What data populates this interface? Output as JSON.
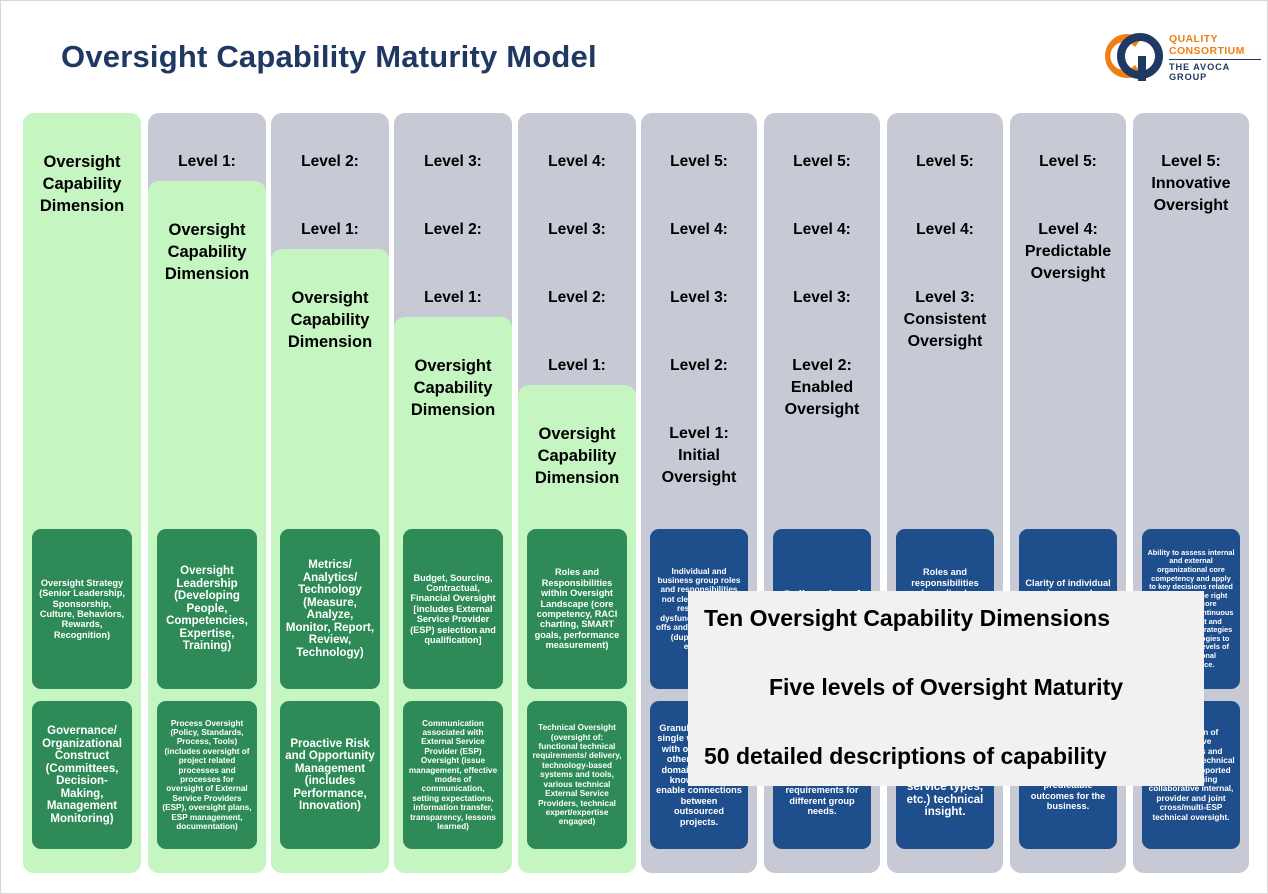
{
  "title": "Oversight Capability Maturity Model",
  "logo": {
    "line1": "QUALITY",
    "line2": "CONSORTIUM",
    "line3": "THE AVOCA GROUP",
    "orange": "#F07F13",
    "navy": "#1f3864"
  },
  "colors": {
    "gray_card": "#c7cad4",
    "green_card": "#c5f5c0",
    "green_chip": "#2e8b57",
    "blue_chip": "#1f4e8c",
    "title": "#1f3864",
    "callout_bg": "#f1f1f1"
  },
  "dimension_header": "Oversight\nCapability\nDimension",
  "level_labels": {
    "l1": "Level 1:",
    "l2": "Level 2:",
    "l3": "Level 3:",
    "l4": "Level 4:",
    "l5": "Level 5:"
  },
  "columns": [
    {
      "id": "col-1",
      "kind": "dimension",
      "header": "Oversight\nCapability\nDimension",
      "stacked_levels": [],
      "chips": [
        "Oversight Strategy (Senior Leadership, Sponsorship, Culture, Behaviors, Rewards, Recognition)",
        "Governance/ Organizational Construct (Committees, Decision-Making, Management Monitoring)"
      ]
    },
    {
      "id": "col-2",
      "kind": "dimension",
      "header": "Oversight\nCapability\nDimension",
      "stacked_levels": [
        "Level 1:"
      ],
      "chips": [
        "Oversight Leadership (Developing People, Competencies, Expertise, Training)",
        "Process Oversight (Policy, Standards, Process, Tools) (includes oversight of project related processes and processes for oversight of External Service Providers (ESP), oversight plans, ESP management, documentation)"
      ]
    },
    {
      "id": "col-3",
      "kind": "dimension",
      "header": "Oversight\nCapability\nDimension",
      "stacked_levels": [
        "Level 2:",
        "Level 1:"
      ],
      "chips": [
        "Metrics/ Analytics/ Technology (Measure, Analyze, Monitor, Report, Review, Technology)",
        "Proactive Risk and Opportunity Management (includes Performance, Innovation)"
      ]
    },
    {
      "id": "col-4",
      "kind": "dimension",
      "header": "Oversight\nCapability\nDimension",
      "stacked_levels": [
        "Level 3:",
        "Level 2:",
        "Level 1:"
      ],
      "chips": [
        "Budget, Sourcing, Contractual, Financial Oversight [includes External Service Provider (ESP) selection and qualification]",
        "Communication associated with External Service Provider (ESP) Oversight (issue management, effective modes of communication, setting expectations, information transfer, transparency, lessons learned)"
      ]
    },
    {
      "id": "col-5",
      "kind": "dimension",
      "header": "Oversight\nCapability\nDimension",
      "stacked_levels": [
        "Level 4:",
        "Level 3:",
        "Level 2:",
        "Level 1:"
      ],
      "chips": [
        "Roles and Responsibilities within Oversight Landscape (core competency, RACI charting, SMART goals, performance measurement)",
        "Technical Oversight (oversight of: functional technical requirements/ delivery, technology-based systems and tools, various technical External Service Providers, technical expert/expertise engaged)"
      ]
    },
    {
      "id": "col-6",
      "kind": "level",
      "header": "Level 1:\nInitial\nOversight",
      "stacked_levels": [
        "Level 5:",
        "Level 4:",
        "Level 3:",
        "Level 2:"
      ],
      "chips": [
        "Individual and business group roles and responsibilities not clearly defined, resulting in dysfunctional hand-offs and inefficiencies (duplication of efforts).",
        "Granular focus on single work stream with one or a few other projects; domain technical knowledge to enable connections between outsourced projects."
      ]
    },
    {
      "id": "col-7",
      "kind": "level",
      "header": "Level 2:\nEnabled\nOversight",
      "stacked_levels": [
        "Level 5:",
        "Level 4:",
        "Level 3:"
      ],
      "chips": [
        "Delineation of roles and responsibilities",
        "Technical oversight templates refine oversight practices to align with technical requirements for different group needs."
      ]
    },
    {
      "id": "col-8",
      "kind": "level",
      "header": "Level 3:\nConsistent\nOversight",
      "stacked_levels": [
        "Level 5:",
        "Level 4:"
      ],
      "chips": [
        "Roles and responsibilities formalized, documented and integrated into infrastructure (job descriptions, performance goals).",
        "Broad cross-domain (across functions, across ESP service types, etc.) technical insight."
      ]
    },
    {
      "id": "col-9",
      "kind": "level",
      "header": "Level 4:\nPredictable\nOversight",
      "stacked_levels": [
        "Level 5:"
      ],
      "chips": [
        "Clarity of individual and group roles and responsibilities results in increased efficiency and effectiveness.",
        "Technical oversight across many service types resulting in predictable outcomes for the business."
      ]
    },
    {
      "id": "col-10",
      "kind": "level",
      "header": "Level 5:\nInnovative\nOversight",
      "stacked_levels": [],
      "chips": [
        "Ability to assess internal and external organizational core competency and apply to key decisions related to selecting the right resource; core competency continuous improvement and development strategies and methodologies to reach higher levels of organizational performance.",
        "Application of innovative approaches and solutions for technical oversight supported by leveraging collaborative internal, provider and joint cross/multi-ESP technical oversight."
      ]
    }
  ],
  "callout": {
    "line1": "Ten Oversight Capability Dimensions",
    "line2": "Five levels of Oversight Maturity",
    "line3": "50 detailed descriptions of capability"
  }
}
